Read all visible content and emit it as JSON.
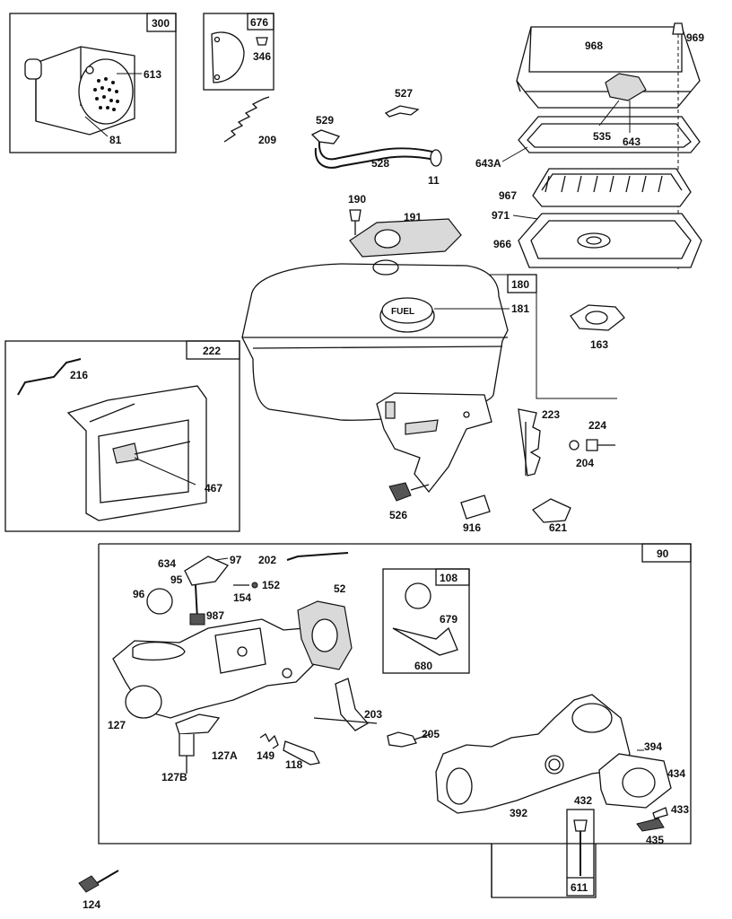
{
  "diagram": {
    "callouts": {
      "p300": "300",
      "p613": "613",
      "p81": "81",
      "p676": "676",
      "p346": "346",
      "p209": "209",
      "p527": "527",
      "p529": "529",
      "p528": "528",
      "p11": "11",
      "p968": "968",
      "p969": "969",
      "p535": "535",
      "p643": "643",
      "p643A": "643A",
      "p967": "967",
      "p971": "971",
      "p966": "966",
      "p190": "190",
      "p191": "191",
      "p180": "180",
      "p181": "181",
      "p163": "163",
      "p222": "222",
      "p216": "216",
      "p467": "467",
      "p223": "223",
      "p224": "224",
      "p204": "204",
      "p526": "526",
      "p916": "916",
      "p621": "621",
      "p90": "90",
      "p108": "108",
      "p679": "679",
      "p680": "680",
      "p634": "634",
      "p97": "97",
      "p202": "202",
      "p95": "95",
      "p96": "96",
      "p154": "154",
      "p152": "152",
      "p987": "987",
      "p52": "52",
      "p203": "203",
      "p205": "205",
      "p127": "127",
      "p127A": "127A",
      "p127B": "127B",
      "p149": "149",
      "p118": "118",
      "p394": "394",
      "p434": "434",
      "p433": "433",
      "p435": "435",
      "p392": "392",
      "p432": "432",
      "p611": "611",
      "p124": "124"
    },
    "fuel_cap_text": "FUEL"
  }
}
